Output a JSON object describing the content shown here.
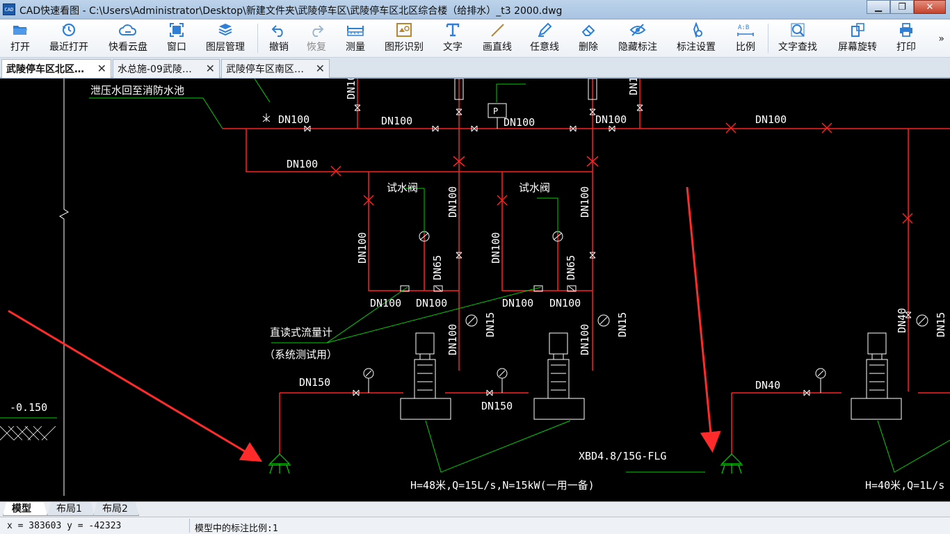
{
  "window": {
    "title": "CAD快速看图 - C:\\Users\\Administrator\\Desktop\\新建文件夹\\武陵停车区\\武陵停车区北区综合楼（给排水）_t3 2000.dwg",
    "logo_text": "CAD",
    "minimize": "▁",
    "restore": "❐",
    "close": "✕"
  },
  "toolbar": {
    "items": [
      {
        "key": "open",
        "label": "打开",
        "icon": "folder-icon",
        "disabled": false
      },
      {
        "key": "recent",
        "label": "最近打开",
        "icon": "history-icon",
        "disabled": false
      },
      {
        "key": "cloud",
        "label": "快看云盘",
        "icon": "cloud-icon",
        "disabled": false
      },
      {
        "key": "window",
        "label": "窗口",
        "icon": "window-icon",
        "disabled": false
      },
      {
        "key": "layers",
        "label": "图层管理",
        "icon": "layers-icon",
        "disabled": false
      },
      {
        "key": "undo",
        "label": "撤销",
        "icon": "undo-icon",
        "disabled": false
      },
      {
        "key": "redo",
        "label": "恢复",
        "icon": "redo-icon",
        "disabled": true
      },
      {
        "key": "measure",
        "label": "测量",
        "icon": "ruler-icon",
        "disabled": false
      },
      {
        "key": "recognize",
        "label": "图形识别",
        "icon": "shape-recognize-icon",
        "disabled": false
      },
      {
        "key": "text",
        "label": "文字",
        "icon": "text-icon",
        "disabled": false
      },
      {
        "key": "line",
        "label": "画直线",
        "icon": "line-icon",
        "disabled": false
      },
      {
        "key": "freeline",
        "label": "任意线",
        "icon": "pen-icon",
        "disabled": false
      },
      {
        "key": "erase",
        "label": "删除",
        "icon": "eraser-icon",
        "disabled": false
      },
      {
        "key": "hide",
        "label": "隐藏标注",
        "icon": "eye-hide-icon",
        "disabled": false
      },
      {
        "key": "annot",
        "label": "标注设置",
        "icon": "annotation-settings-icon",
        "disabled": false
      },
      {
        "key": "scale",
        "label": "比例",
        "icon": "scale-icon",
        "disabled": false
      },
      {
        "key": "find",
        "label": "文字查找",
        "icon": "text-search-icon",
        "disabled": false
      },
      {
        "key": "rotate",
        "label": "屏幕旋转",
        "icon": "rotate-screen-icon",
        "disabled": false
      },
      {
        "key": "print",
        "label": "打印",
        "icon": "printer-icon",
        "disabled": false
      }
    ],
    "more": "»"
  },
  "tabs": [
    {
      "label": "武陵停车区北区…",
      "active": true
    },
    {
      "label": "水总施-09武陵…",
      "active": false
    },
    {
      "label": "武陵停车区南区…",
      "active": false
    }
  ],
  "tab_close": "✕",
  "drawing": {
    "labels": {
      "overflow": "泄压水回至消防水池",
      "dn100": "DN100",
      "dn150": "DN150",
      "dn65": "DN65",
      "dn40": "DN40",
      "dn15": "DN15",
      "test_valve": "试水阀",
      "flowmeter": "直读式流量计",
      "flowmeter_sub": "（系统测试用）",
      "pump_model": "XBD4.8/15G-FLG",
      "pump_spec_1": "H=48米,Q=15L/s,N=15kW(一用一备)",
      "pump_spec_2": "H=40米,Q=1L/s",
      "elevation": "-0.150",
      "gauge_p": "P"
    },
    "colors": {
      "pipe": "#ff2020",
      "leader": "#00d000",
      "equip": "#ffffff",
      "arrow": "#ff2a2a"
    }
  },
  "layout_tabs": [
    {
      "label": "模型",
      "active": true
    },
    {
      "label": "布局1",
      "active": false
    },
    {
      "label": "布局2",
      "active": false
    }
  ],
  "status": {
    "coords": "x = 383603 y = -42323",
    "scale_text": "模型中的标注比例:1"
  }
}
